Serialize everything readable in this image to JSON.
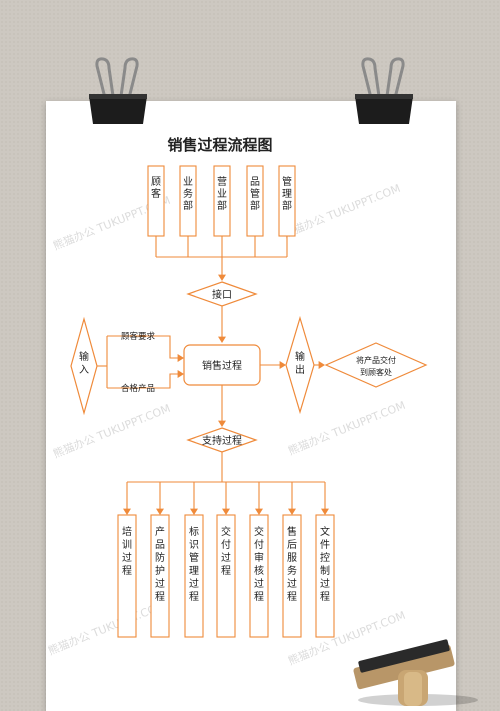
{
  "title": "销售过程流程图",
  "departments": [
    {
      "label": "顾客"
    },
    {
      "label": "业务部"
    },
    {
      "label": "营业部"
    },
    {
      "label": "品管部"
    },
    {
      "label": "管理部"
    }
  ],
  "interface_label": "接口",
  "input_label": "输入",
  "input_items": [
    "顾客要求",
    "合格产品"
  ],
  "center_label": "销售过程",
  "output_label": "输出",
  "output_target": [
    "将产品交付",
    "到顾客处"
  ],
  "support_label": "支持过程",
  "processes": [
    {
      "label": "培训过程"
    },
    {
      "label": "产品防护过程"
    },
    {
      "label": "标识管理过程"
    },
    {
      "label": "交付过程"
    },
    {
      "label": "交付审核过程"
    },
    {
      "label": "售后服务过程"
    },
    {
      "label": "文件控制过程"
    }
  ],
  "watermark": "熊猫办公 TUKUPPT.COM",
  "colors": {
    "accent": "#ef8a3a",
    "text": "#222222",
    "paper": "#ffffff"
  }
}
